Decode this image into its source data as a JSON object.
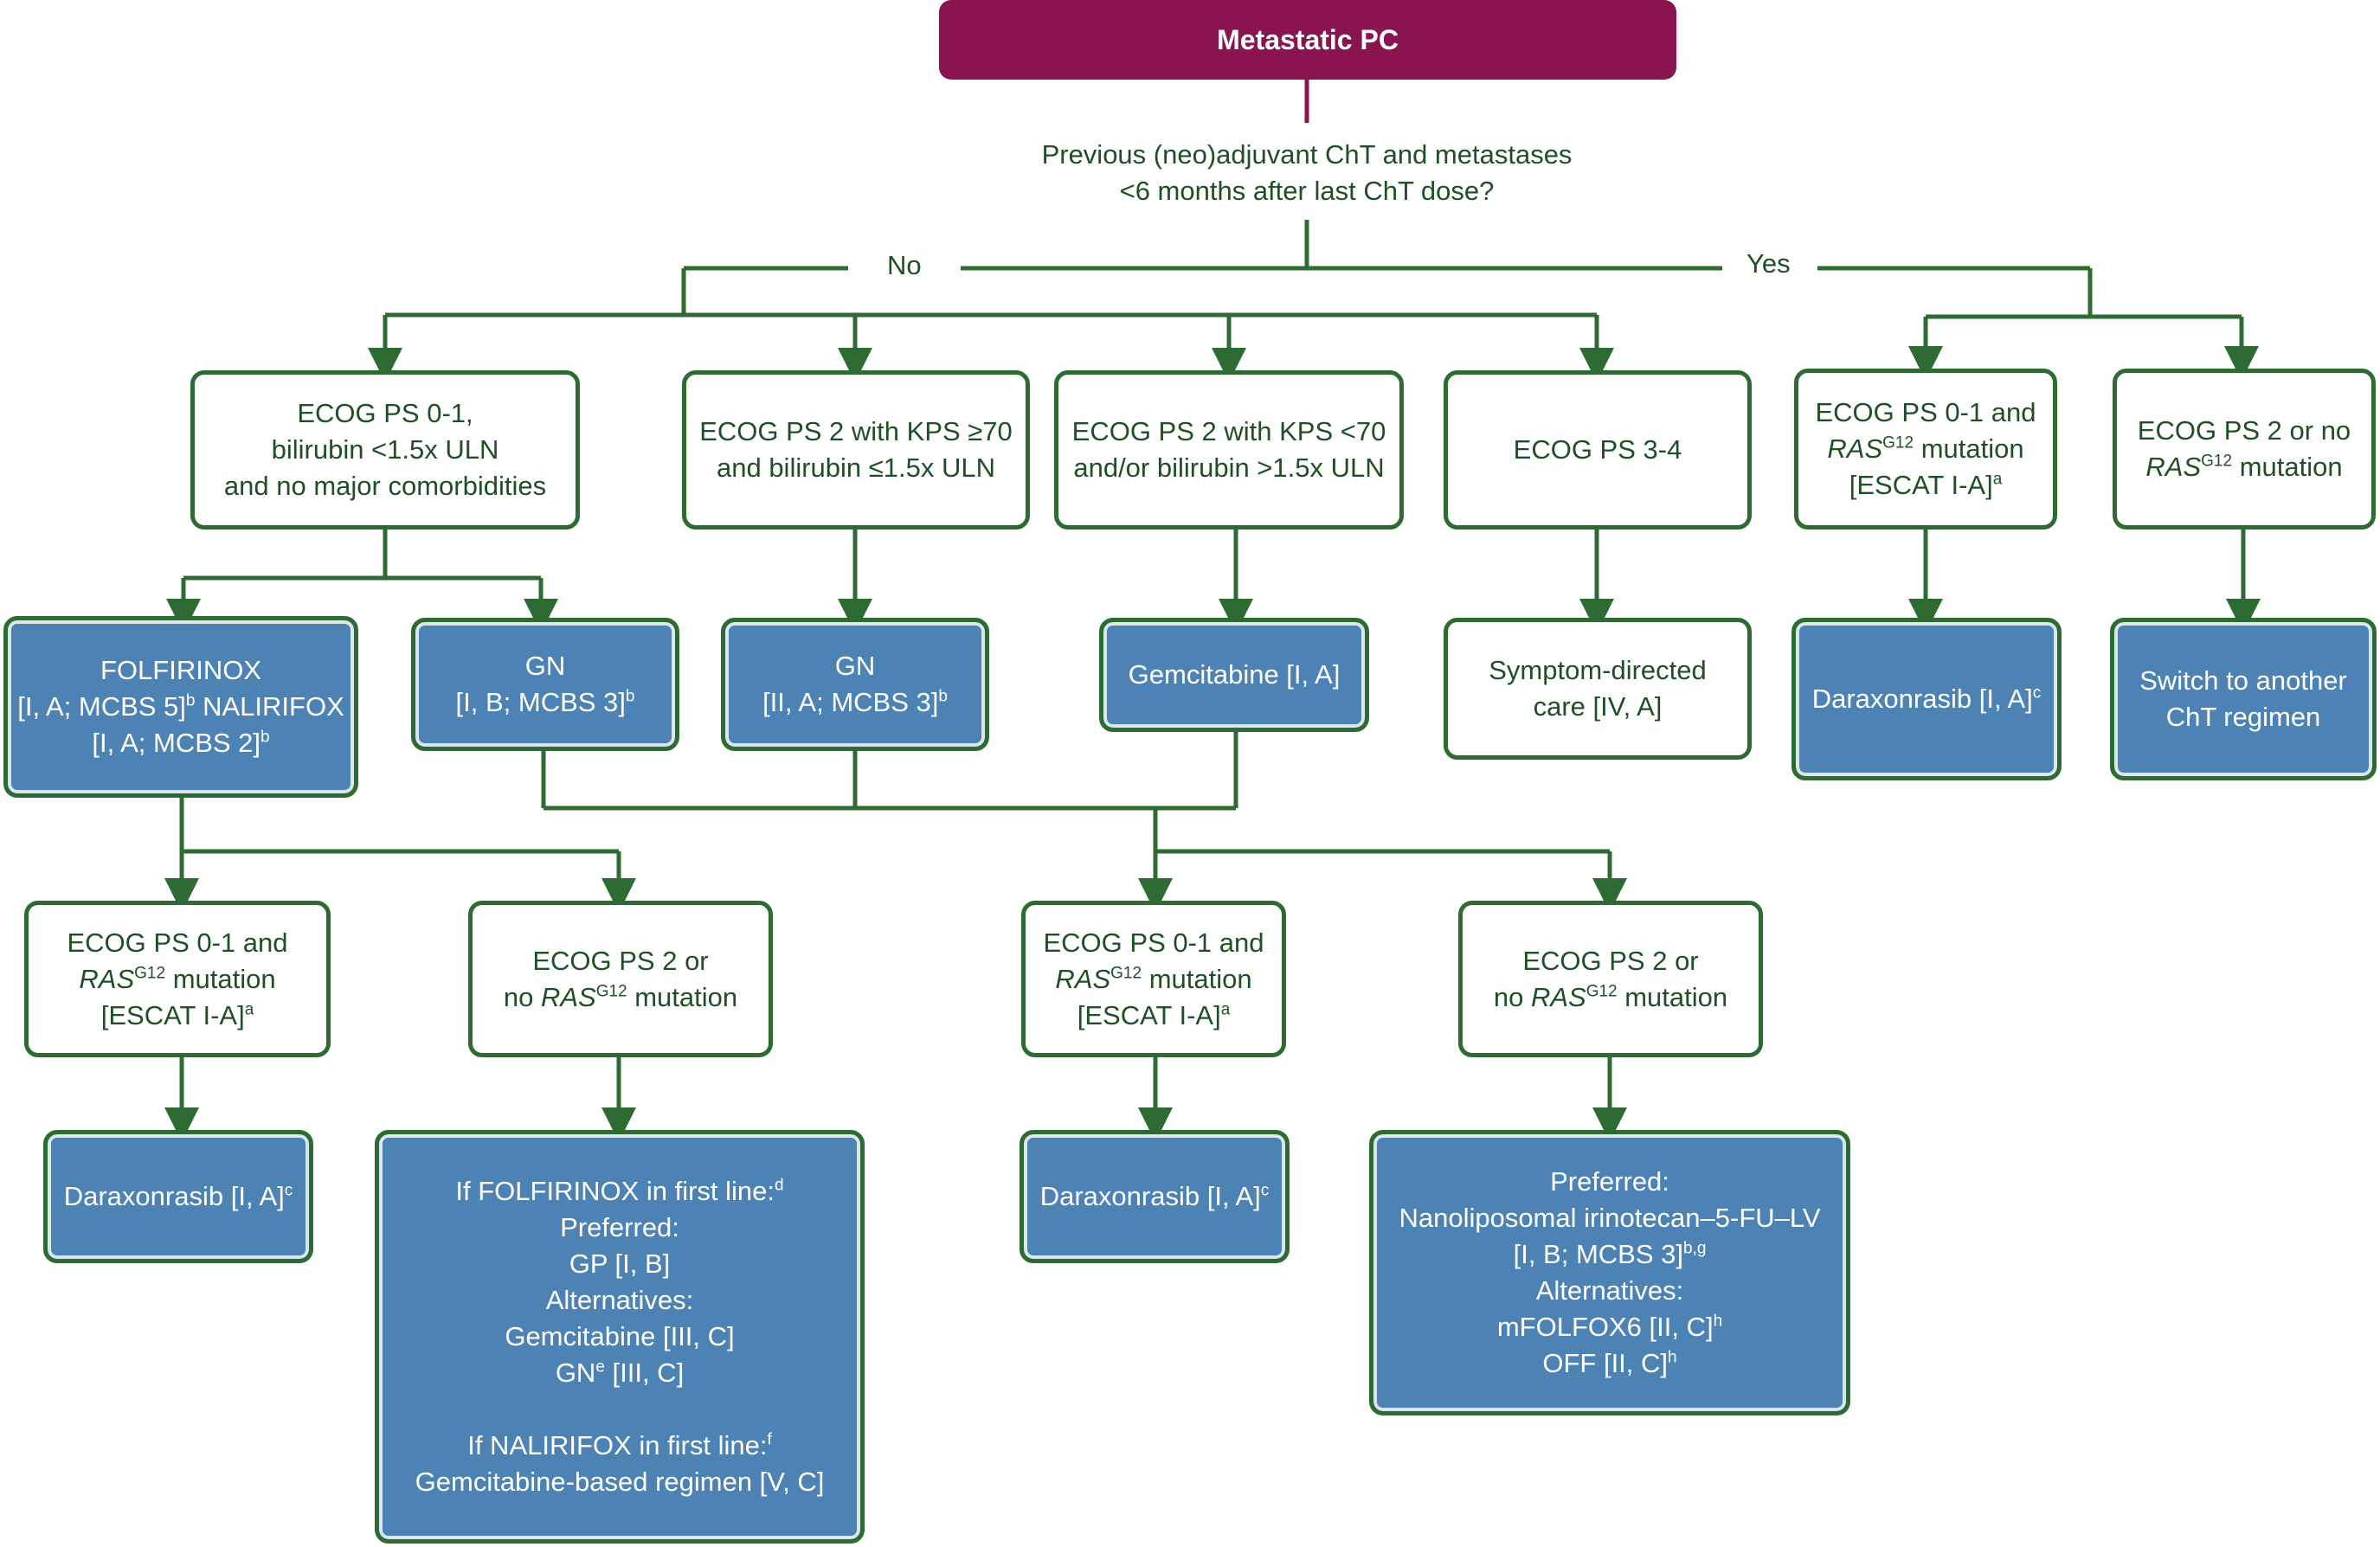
{
  "colors": {
    "green": "#2e6b33",
    "blue": "#4d82b4",
    "maroon": "#8a1450",
    "text_green": "#1f4f24"
  },
  "root": {
    "title": "Metastatic PC"
  },
  "question": {
    "line1": "Previous (neo)adjuvant ChT and metastases",
    "line2": "<6 months after last ChT dose?"
  },
  "branches": {
    "no": "No",
    "yes": "Yes"
  },
  "ps01": {
    "l1": "ECOG PS 0-1,",
    "l2": "bilirubin <1.5x ULN",
    "l3": "and no major comorbidities"
  },
  "ps2_kps_ge70": {
    "l1": "ECOG PS 2 with KPS ≥70",
    "l2": "and bilirubin ≤1.5x ULN"
  },
  "ps2_kps_lt70": {
    "l1": "ECOG PS 2 with KPS <70",
    "l2": "and/or bilirubin >1.5x ULN"
  },
  "ps34": {
    "l1": "ECOG PS 3-4"
  },
  "yes_ras": {
    "l1": "ECOG PS 0-1 and",
    "l2_it": "RAS",
    "l2_sup": "G12",
    "l2_rest": " mutation",
    "l3": "[ESCAT I-A]",
    "l3_sup": "a"
  },
  "yes_ps2": {
    "l1": "ECOG PS 2 or no",
    "l2_it": "RAS",
    "l2_sup": "G12",
    "l2_rest": " mutation"
  },
  "folfirinox": {
    "l1": "FOLFIRINOX",
    "l2": "[I, A; MCBS 5]",
    "l2_sup": "b",
    "l2_rest": " NALIRIFOX",
    "l3": "[I, A; MCBS 2]",
    "l3_sup": "b"
  },
  "gn1": {
    "l1": "GN",
    "l2": "[I, B; MCBS 3]",
    "l2_sup": "b"
  },
  "gn2": {
    "l1": "GN",
    "l2": "[II, A; MCBS 3]",
    "l2_sup": "b"
  },
  "gemcitabine": {
    "l1": "Gemcitabine [I, A]"
  },
  "symptom": {
    "l1": "Symptom-directed",
    "l2": "care [IV, A]"
  },
  "yes_dara": {
    "l1": "Daraxonrasib [I, A]",
    "l1_sup": "c"
  },
  "switch": {
    "l1": "Switch to another",
    "l2": "ChT regimen"
  },
  "l2_left_ras": {
    "l1": "ECOG PS 0-1 and",
    "l2_it": "RAS",
    "l2_sup": "G12",
    "l2_rest": " mutation",
    "l3": "[ESCAT I-A]",
    "l3_sup": "a"
  },
  "l2_left_ps2": {
    "l1": "ECOG PS 2 or",
    "l2_pre": "no ",
    "l2_it": "RAS",
    "l2_sup": "G12",
    "l2_rest": " mutation"
  },
  "l2_right_ras": {
    "l1": "ECOG PS 0-1 and",
    "l2_it": "RAS",
    "l2_sup": "G12",
    "l2_rest": " mutation",
    "l3": "[ESCAT I-A]",
    "l3_sup": "a"
  },
  "l2_right_ps2": {
    "l1": "ECOG PS 2 or",
    "l2_pre": "no ",
    "l2_it": "RAS",
    "l2_sup": "G12",
    "l2_rest": " mutation"
  },
  "dara_left": {
    "l1": "Daraxonrasib [I, A]",
    "l1_sup": "c"
  },
  "dara_mid": {
    "l1": "Daraxonrasib [I, A]",
    "l1_sup": "c"
  },
  "second_line_left": {
    "l1": "If FOLFIRINOX in first line:",
    "l1_sup": "d",
    "l2": "Preferred:",
    "l3": "GP [I, B]",
    "l4": "Alternatives:",
    "l5": "Gemcitabine [III, C]",
    "l6": "GN",
    "l6_sup": "e",
    "l6_rest": " [III, C]",
    "l7": "If NALIRIFOX in first line:",
    "l7_sup": "f",
    "l8": "Gemcitabine-based regimen [V, C]"
  },
  "second_line_right": {
    "l1": "Preferred:",
    "l2": "Nanoliposomal irinotecan–5-FU–LV",
    "l3": "[I, B; MCBS 3]",
    "l3_sup": "b,g",
    "l4": "Alternatives:",
    "l5": "mFOLFOX6 [II, C]",
    "l5_sup": "h",
    "l6": "OFF [II, C]",
    "l6_sup": "h"
  }
}
